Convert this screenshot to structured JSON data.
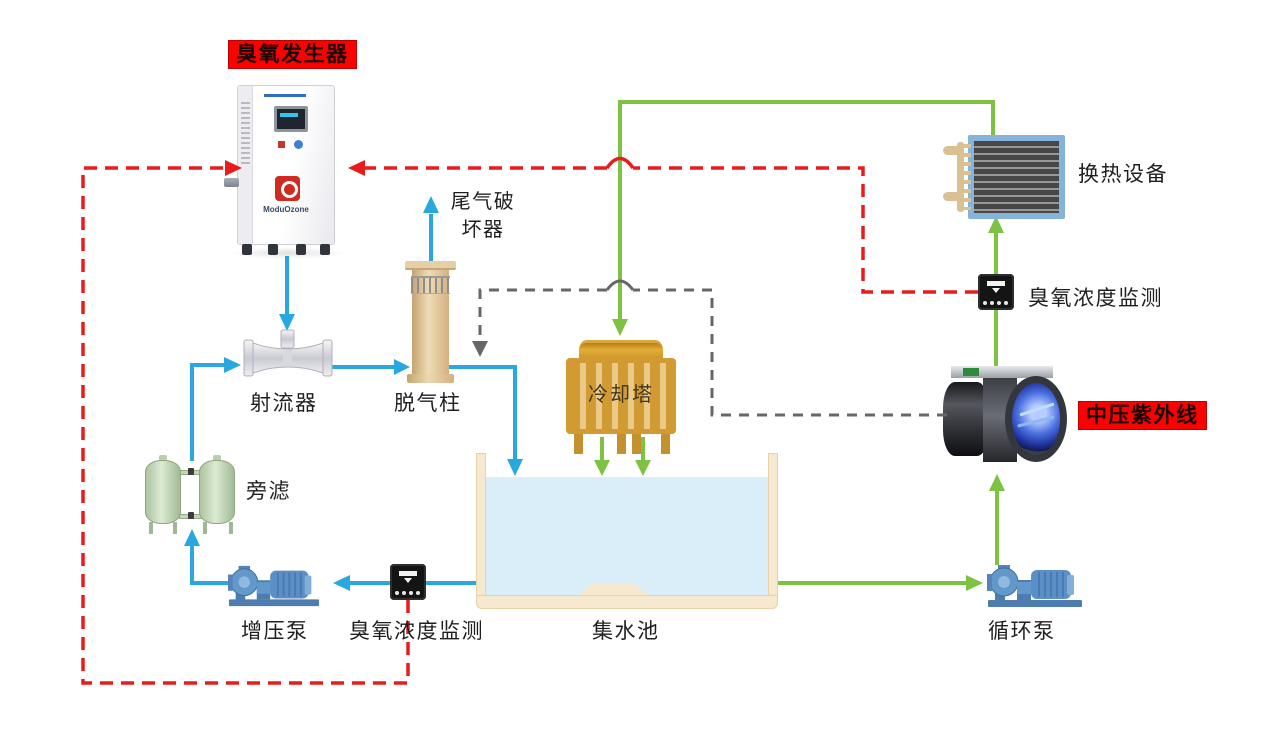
{
  "diagram": {
    "labels": {
      "ozone_generator": "臭氧发生器",
      "tail_gas_destructor_line1": "尾气破",
      "tail_gas_destructor_line2": "坏器",
      "heat_exchanger": "换热设备",
      "ozone_monitor_right": "臭氧浓度监测",
      "medium_pressure_uv": "中压紫外线",
      "jet_injector": "射流器",
      "degassing_column": "脱气柱",
      "cooling_tower": "冷却塔",
      "side_filter": "旁滤",
      "booster_pump": "增压泵",
      "ozone_monitor_bottom": "臭氧浓度监测",
      "collecting_pool": "集水池",
      "circulation_pump": "循环泵"
    },
    "equipment_brand": {
      "ozone_generator_logo_text": "ModuOzone"
    },
    "colors": {
      "background": "#ffffff",
      "ozone_water_pipe_blue": "#29a8e0",
      "cooling_water_pipe_green": "#7dc242",
      "control_signal_red": "#e81c1c",
      "sampling_line_gray": "#676767",
      "highlight_label_background": "#fb0200",
      "highlight_label_text": "#1a0000",
      "label_text": "#1f1f1f",
      "pool_wall_tan": "#f6e9cf",
      "pool_water_blue": "#d9eef8",
      "cooling_tower_gold": "#d29a33",
      "pump_steel_blue": "#5b8fc7",
      "heat_exchanger_frame_blue": "#85b3d9",
      "monitor_black": "#141414"
    }
  }
}
